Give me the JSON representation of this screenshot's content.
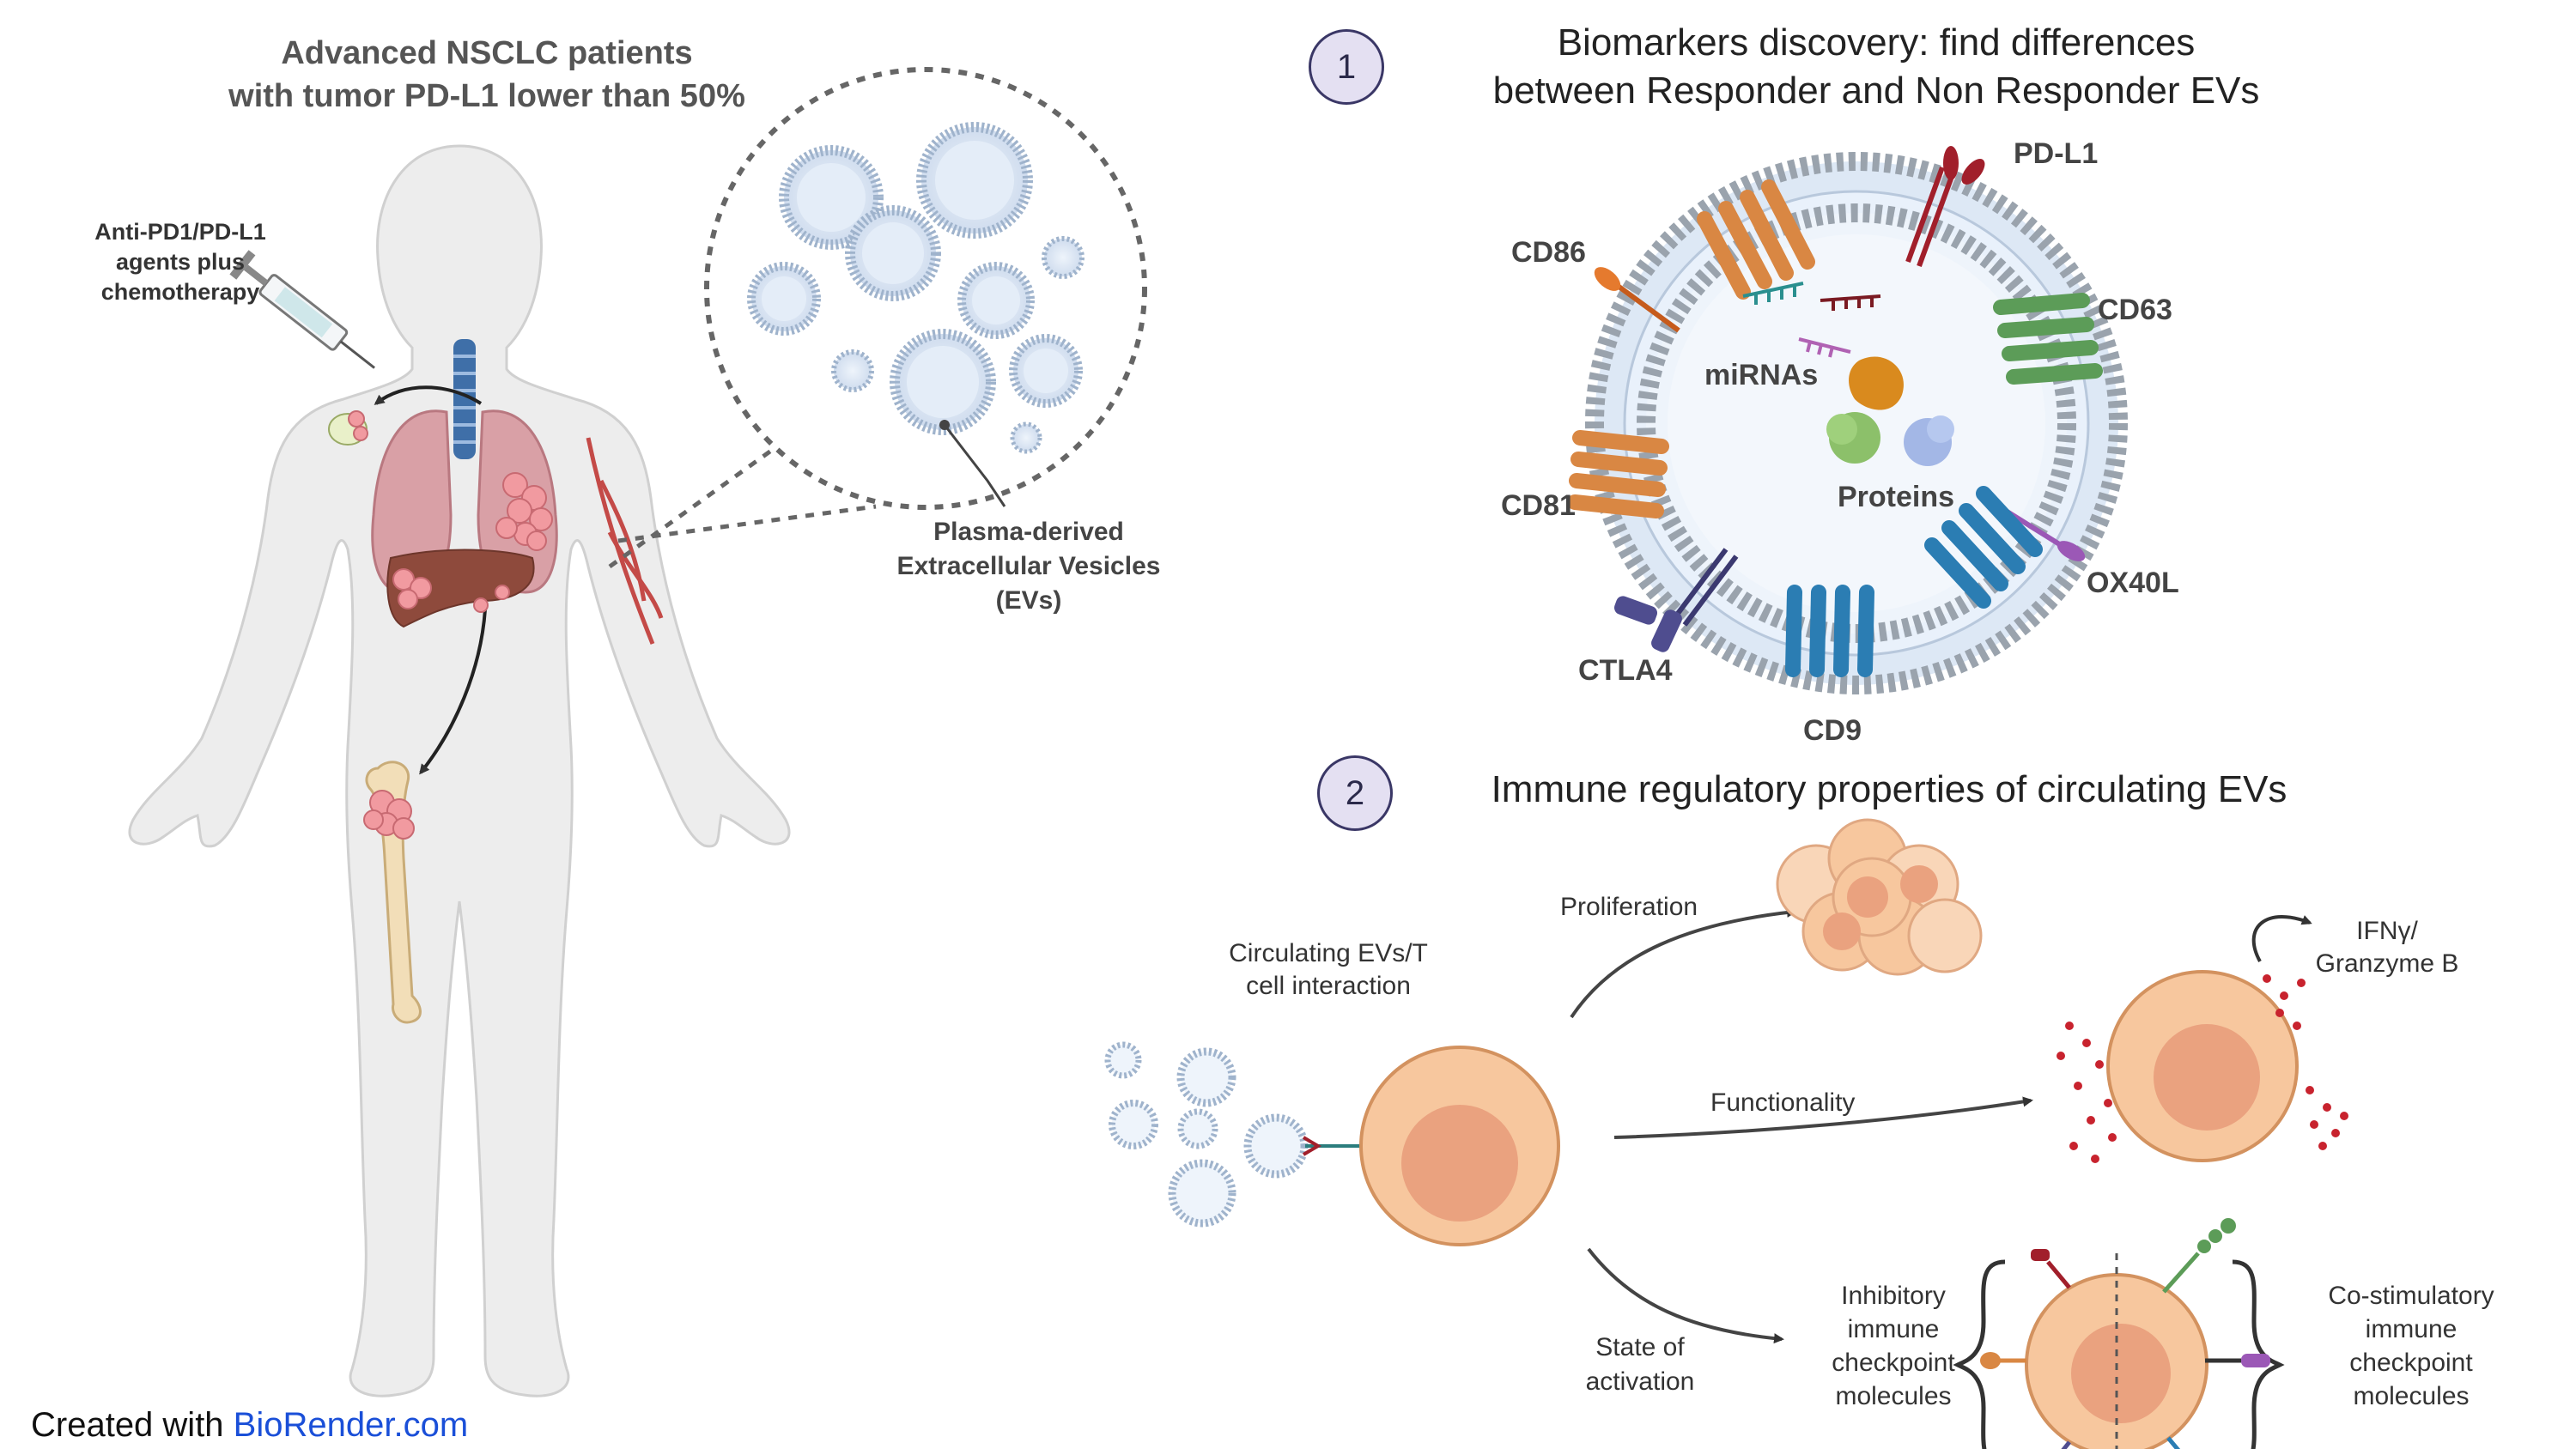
{
  "left_panel": {
    "title_line1": "Advanced NSCLC patients",
    "title_line2": "with tumor PD-L1 lower than 50%",
    "injection_line1": "Anti-PD1/PD-L1",
    "injection_line2": "agents plus",
    "injection_line3": "chemotherapy",
    "ev_line1": "Plasma-derived",
    "ev_line2": "Extracellular Vesicles",
    "ev_line3": "(EVs)"
  },
  "section1": {
    "number": "1",
    "title_line1": "Biomarkers discovery: find differences",
    "title_line2": "between Responder and Non Responder EVs",
    "markers": {
      "pdl1": "PD-L1",
      "cd86": "CD86",
      "cd63": "CD63",
      "cd81": "CD81",
      "ox40l": "OX40L",
      "ctla4": "CTLA4",
      "cd9": "CD9"
    },
    "cargo": {
      "mirnas": "miRNAs",
      "proteins": "Proteins"
    }
  },
  "section2": {
    "number": "2",
    "title": "Immune regulatory properties of circulating EVs",
    "interaction_line1": "Circulating EVs/T",
    "interaction_line2": "cell interaction",
    "proliferation": "Proliferation",
    "functionality": "Functionality",
    "state_line1": "State of",
    "state_line2": "activation",
    "ifn_line1": "IFNγ/",
    "ifn_line2": "Granzyme B",
    "inhibitory_line1": "Inhibitory",
    "inhibitory_line2": "immune",
    "inhibitory_line3": "checkpoint",
    "inhibitory_line4": "molecules",
    "costim_line1": "Co-stimulatory",
    "costim_line2": "immune",
    "costim_line3": "checkpoint",
    "costim_line4": "molecules"
  },
  "footer": {
    "prefix": "Created with ",
    "brand": "BioRender.com"
  },
  "colors": {
    "skin": "#ededed",
    "lung": "#d9a0a6",
    "liver": "#8e4a3c",
    "ev_fill": "#dde9f7",
    "ev_ring": "#9fb3cc",
    "tcell_outer": "#f7c79e",
    "tcell_nucleus": "#eaa27f",
    "cd63_green": "#5c9c58",
    "cd81_orange": "#d98743",
    "cd9_blue": "#2b7db3",
    "ctla4_purple": "#4f4d8f",
    "ox40l_violet": "#9b58b6",
    "pdl1_red": "#a11f2b",
    "granzyme_red": "#c8232e",
    "badge_fill": "#e4e0f2",
    "brand_blue": "#1a4fd8"
  }
}
